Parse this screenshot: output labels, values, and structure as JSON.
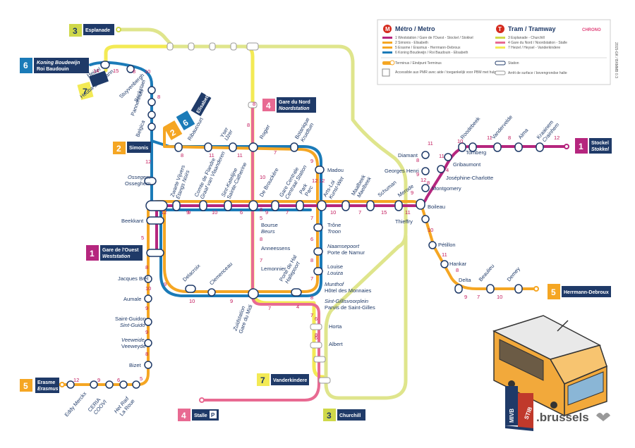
{
  "colors": {
    "line1": "#b5267e",
    "line2": "#f5a623",
    "line5": "#f5a623",
    "line6": "#1b7bb8",
    "line3": "#cfd84a",
    "line4": "#e86a92",
    "line7": "#f3ea55",
    "metro_badge": "#d52b1e",
    "brand_blue": "#1f3a68",
    "chrono_pink": "#e0457b"
  },
  "legend": {
    "metro_title": "Métro / Metro",
    "tram_title": "Tram / Tramway",
    "chrono": "CHRONO",
    "metro_lines": [
      "1   Weststation / Gare de l'Ouest - Stockel / Stokkel",
      "2   Simonis - Elisabeth",
      "5   Erasme / Erasmus - Herrmann-Debroux",
      "6   Koning Boudewijn / Roi Baudouin - Elisabeth"
    ],
    "tram_lines": [
      "3   Esplanade - Churchill",
      "4   Gare du Nord / Noordstation - Stalle",
      "7   Heizel / Heysel - Vanderkindere"
    ],
    "terminus_note": "Terminus / Eindpunt Terminus",
    "accessible_note": "Accessible aux PMR avec aide / toegankelijk voor PBM met hulp",
    "station_note": "Station",
    "correspondence_note": "Arrêt de surface / bovengrondse halte",
    "side_code": "2015-GK / BXMMB 0.3"
  },
  "terminals": {
    "esplanade": {
      "num": "3",
      "name": "Esplanade"
    },
    "roi_baudouin": {
      "num": "6",
      "name1": "Koning Boudewijn",
      "name2": "Roi Baudouin"
    },
    "heysel": {
      "num": "7"
    },
    "elisabeth": {
      "num2": "2",
      "num6": "6",
      "name": "Elisabeth"
    },
    "simonis": {
      "num": "2",
      "name": "Simonis"
    },
    "gare_nord": {
      "num": "4",
      "name1": "Gare du Nord",
      "name2": "Noordstation"
    },
    "gare_ouest": {
      "num": "1",
      "name1": "Gare de l'Ouest",
      "name2": "Weststation"
    },
    "stockel": {
      "num": "1",
      "name1": "Stockel",
      "name2": "Stokkel"
    },
    "herrmann": {
      "num": "5",
      "name": "Herrmann-Debroux"
    },
    "erasme": {
      "num": "5",
      "name1": "Erasme",
      "name2": "Erasmus"
    },
    "vanderkindere": {
      "num": "7",
      "name": "Vanderkindere"
    },
    "stalle": {
      "num": "4",
      "name": "Stalle",
      "parking": "P"
    },
    "churchill": {
      "num": "3",
      "name": "Churchill"
    }
  },
  "stations": {
    "heizel": "Heizel",
    "heysel": "Heysel",
    "houba": "Houba-Brugmann",
    "stuyvenbergh": "Stuyvenbergh",
    "bockstael": "Bockstael",
    "pannenhuis": "Pannenhuis",
    "belgica": "Belgica",
    "ribaucourt": "Ribaucourt",
    "yser": "Yser",
    "ijzer": "IJzer",
    "rogier": "Rogier",
    "botanique": "Botanique",
    "kruidtuin": "Kruidtuin",
    "madou": "Madou",
    "ossegem_fr": "Ossegem",
    "ossegem_nl": "Osseghem",
    "zwarte": "Zwarte Vijvers",
    "etangs": "Étangs Noirs",
    "comte": "Comte de Flandre",
    "graaf": "Graaf van Vlaanderen",
    "stkath": "Sint-Katelijne",
    "stecath": "Sainte-Catherine",
    "debrouckere": "De Brouckère",
    "garecentrale": "Gare Centrale",
    "centraal": "Centraal Station",
    "park": "Park",
    "parc": "Parc",
    "artslet": "Arts-Loi",
    "kunstwet": "Kunst-Wet",
    "maalbeek": "Maalbeek",
    "maelbeek": "Maelbeek",
    "schuman": "Schuman",
    "merode": "Merode",
    "beekkant": "Beekkant",
    "bourse": "Bourse",
    "beurs": "Beurs",
    "anneessens": "Anneessens",
    "lemonnier": "Lemonnier",
    "portehal": "Porte de Hal",
    "hallepoort": "Hallepoort",
    "trone": "Trône",
    "troon": "Troon",
    "naamsepoort": "Naamsepoort",
    "portenamur": "Porte de Namur",
    "louise": "Louise",
    "louiza": "Louiza",
    "munthof": "Munthof",
    "hotelmonnaies": "Hôtel des Monnaies",
    "stgillisvp": "Sint-Gillisvoorplein",
    "parvis": "Parvis de Saint-Gilles",
    "horta": "Horta",
    "albert": "Albert",
    "delacroix": "Delacroix",
    "clemenceau": "Clemenceau",
    "zuidstation": "Zuidstation",
    "garemidi": "Gare du Midi",
    "jacquesbrel": "Jacques Brel",
    "aumale": "Aumale",
    "stguidon": "Saint-Guidon",
    "stguido": "Sint-Guido",
    "veeweide_fr": "Veeweide",
    "veeweyde_nl": "Veeweyde",
    "bizet": "Bizet",
    "eddy": "Eddy Merckx",
    "ceria": "CERIA",
    "coovi": "COOVI",
    "hetrad": "Het Rad",
    "laroue": "La Roue",
    "diamant": "Diamant",
    "georgesh": "Georges Henri",
    "montgomery": "Montgomery",
    "boileau": "Boileau",
    "thieffry": "Thieffry",
    "petillon": "Pétillon",
    "hankar": "Hankar",
    "delta": "Delta",
    "beaulieu": "Beaulieu",
    "demey": "Demey",
    "roodebeek": "Roodebeek",
    "vandervelde": "Vandervelde",
    "alma": "Alma",
    "kraainem": "Kraainem",
    "crainhem": "Crainhem",
    "tomberg": "Tomberg",
    "gribaumont": "Gribaumont",
    "josephine": "Joséphine-Charlotte"
  },
  "travel_minutes": {
    "m14": "14",
    "m15": "15",
    "m8a": "8",
    "m10a": "10",
    "m8b": "8",
    "m12a": "12",
    "m8c": "8",
    "m11a": "11",
    "m11b": "11",
    "m8d": "8",
    "m7a": "7",
    "m10b": "10",
    "m9a": "9",
    "m12b": "12",
    "m9b": "9",
    "m10c": "10",
    "m6a": "6",
    "m9c": "9",
    "m7b": "7",
    "m12c": "12",
    "m8e": "8",
    "m9d": "9",
    "m10d": "10",
    "m7c": "7",
    "m15b": "15",
    "m11c": "11",
    "m5a": "5",
    "m8f": "8",
    "m7d": "7",
    "m7e": "7",
    "m6b": "6",
    "m8g": "8",
    "m10e": "10",
    "m9e": "9",
    "m7f": "7",
    "m4a": "4",
    "m7g": "7",
    "m8h": "8",
    "m8i": "8",
    "m9f": "9",
    "m12d": "12",
    "m9g": "9",
    "m6c": "6",
    "m5b": "5",
    "m8j": "8",
    "m9h": "9",
    "m12e": "12",
    "m8k": "8",
    "m9i": "9",
    "m10f": "10",
    "m11d": "11",
    "m8l": "8",
    "m7h": "7",
    "m9j": "9",
    "m4b": "4",
    "m10g": "10",
    "m11e": "11",
    "m8m": "8",
    "m12f": "12",
    "m8n": "8",
    "m10h": "10",
    "m9k": "9",
    "m5c": "5",
    "m12g": "12",
    "m10i": "10",
    "m11f": "11",
    "m11g": "11",
    "m8o": "8",
    "m6d": "6",
    "m6e": "6",
    "m7i": "7",
    "m8p": "8",
    "m9l": "9"
  },
  "branding": {
    "stib": "STIB",
    "mivb": "MIVB",
    "brussels": ".brussels"
  }
}
